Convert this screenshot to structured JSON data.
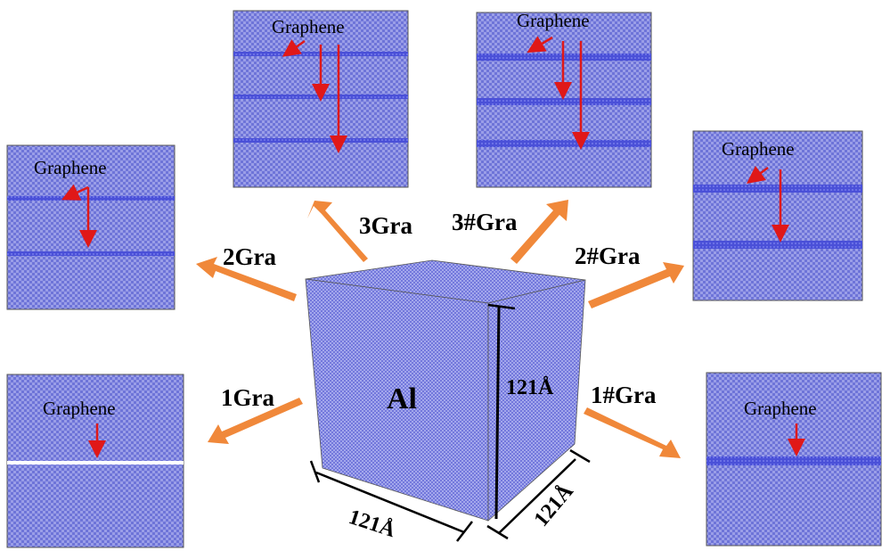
{
  "cube": {
    "label": "Al",
    "dim_height": "121Å",
    "dim_width": "121Å",
    "dim_depth": "121Å"
  },
  "panel_text": "Graphene",
  "cases": [
    {
      "id": "1gra",
      "label": "1Gra",
      "layers": 1
    },
    {
      "id": "2gra",
      "label": "2Gra",
      "layers": 2
    },
    {
      "id": "3gra",
      "label": "3Gra",
      "layers": 3
    },
    {
      "id": "3hgra",
      "label": "3#Gra",
      "layers": 3
    },
    {
      "id": "2hgra",
      "label": "2#Gra",
      "layers": 2
    },
    {
      "id": "1hgra",
      "label": "1#Gra",
      "layers": 1
    }
  ],
  "colors": {
    "lattice": "#9a9ee8",
    "graphene_layer": "#4a50d8",
    "arrow_orange": "#f0883a",
    "arrow_red": "#e01818"
  }
}
